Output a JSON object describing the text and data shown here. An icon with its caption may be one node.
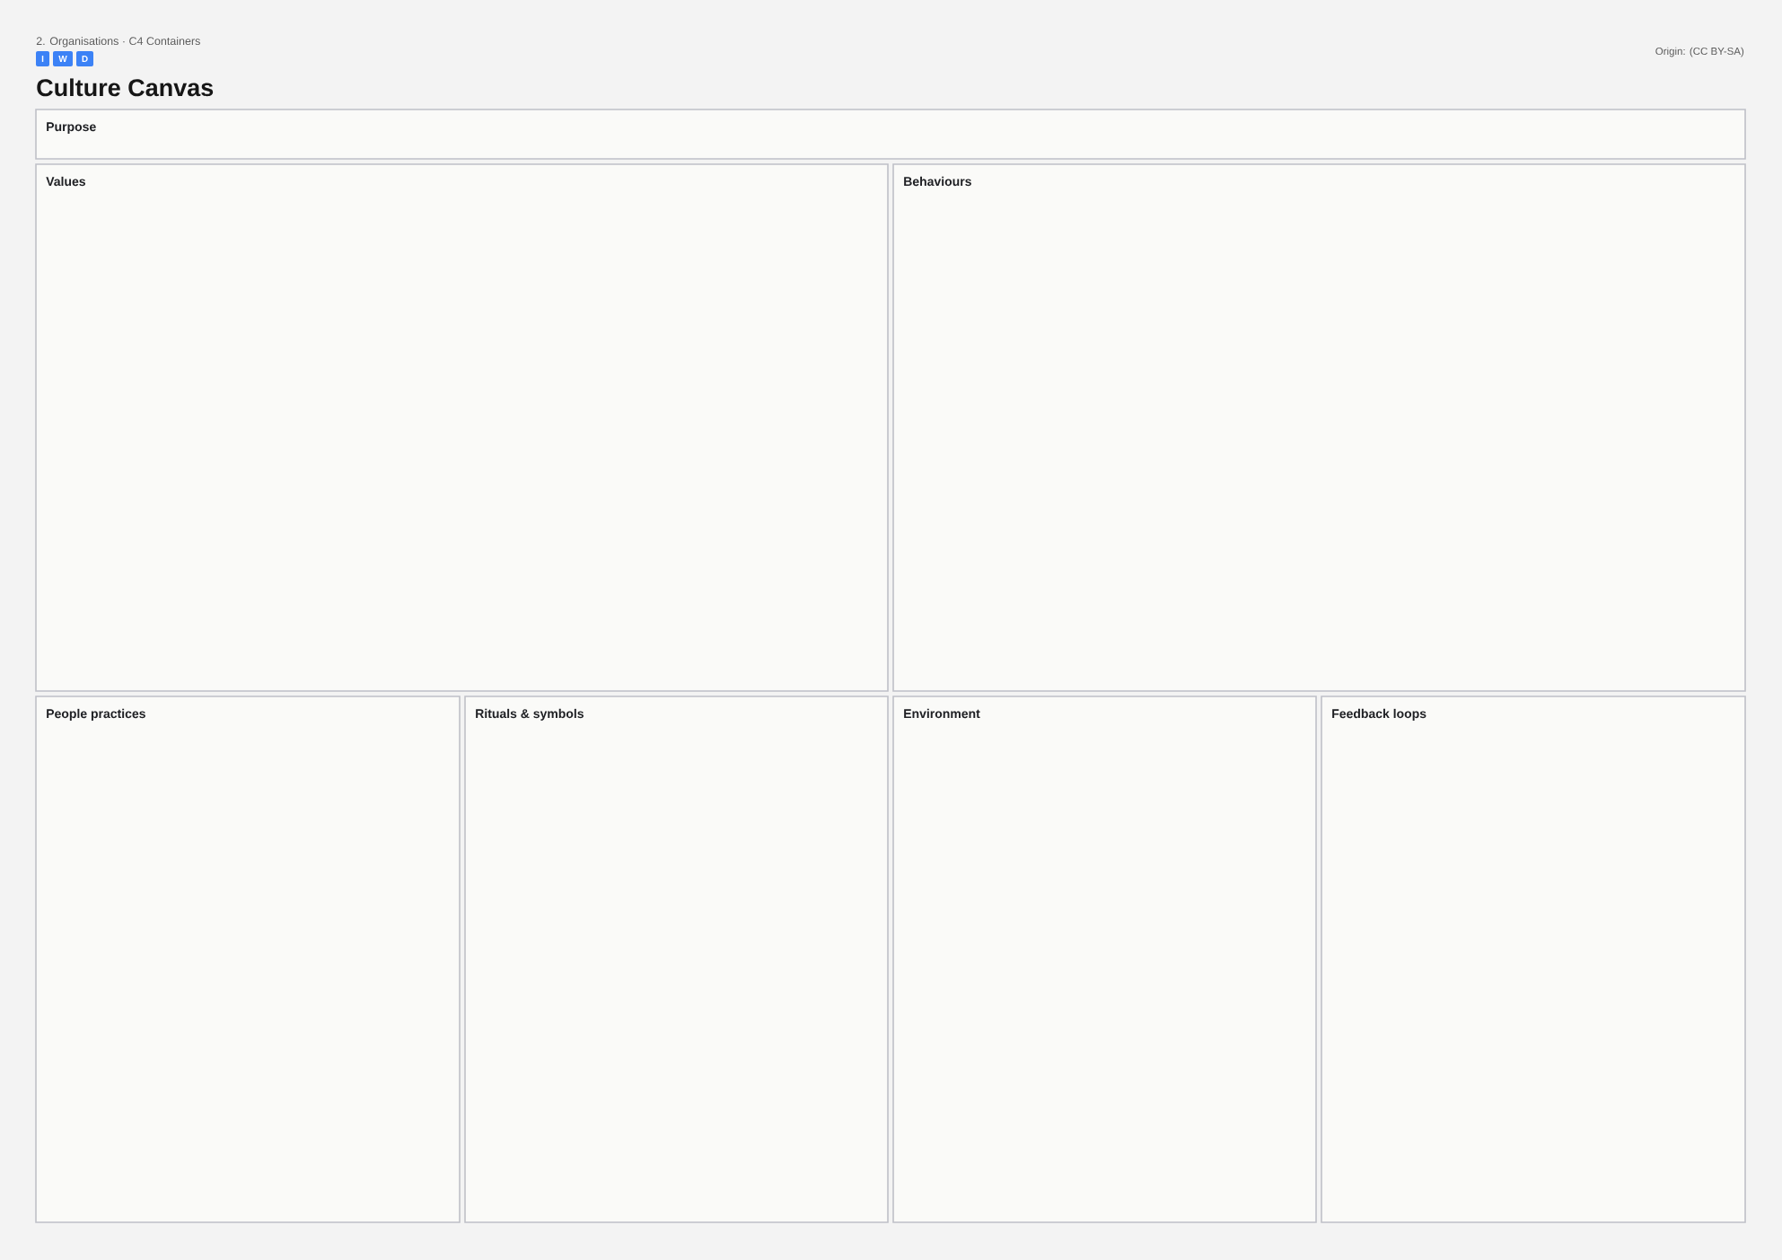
{
  "diagram": {
    "title": "Culture Canvas",
    "nodes": [
      {
        "text": [
          "Purpose"
        ]
      },
      {
        "text": [
          "Values"
        ]
      },
      {
        "text": [
          "Behaviours"
        ]
      },
      {
        "text": [
          "People practices"
        ]
      },
      {
        "text": [
          "Rituals & symbols"
        ]
      },
      {
        "text": [
          "Environment"
        ]
      },
      {
        "text": [
          "Feedback loops"
        ]
      }
    ],
    "labels": [
      "2. Organisations · C4 Containers",
      "I",
      "W",
      "D",
      "Origin: (CC BY-SA)"
    ]
  }
}
